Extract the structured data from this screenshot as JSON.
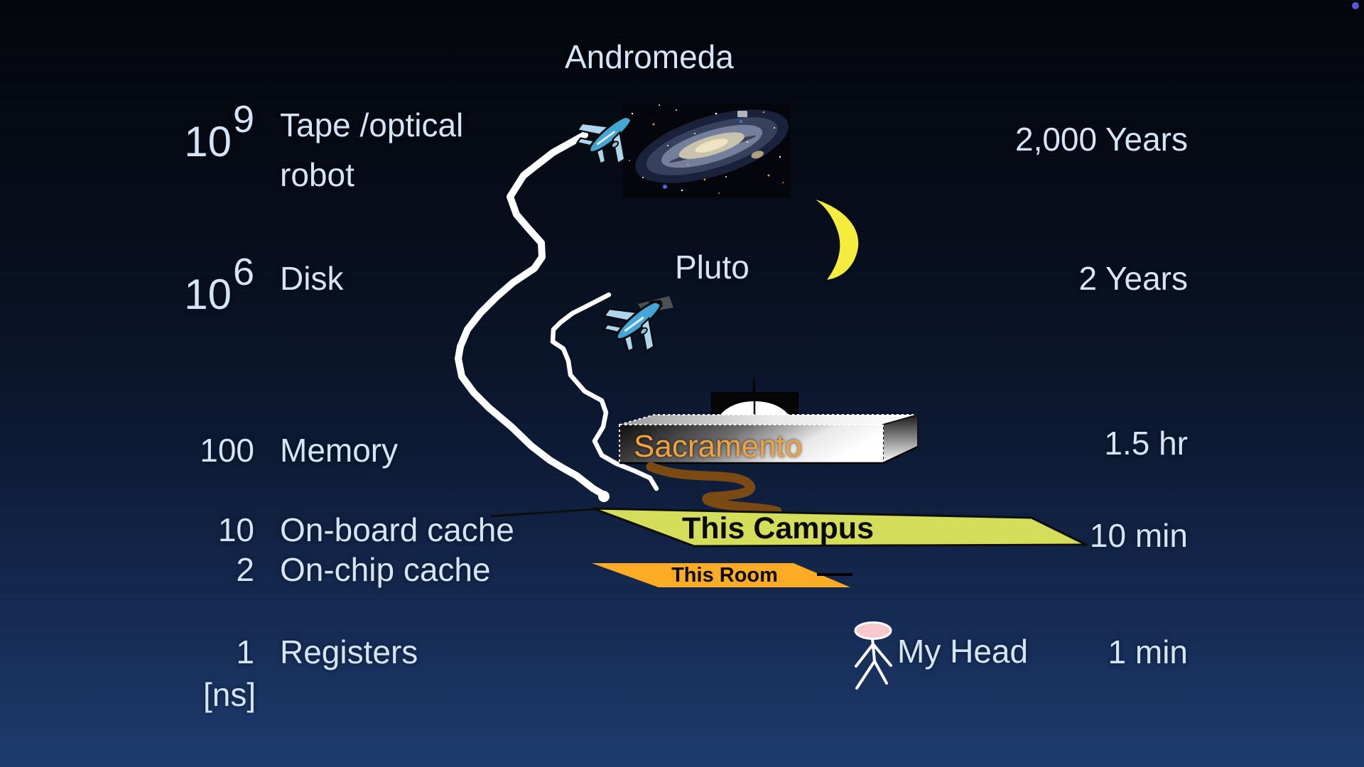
{
  "slide_rows": [
    {
      "latency": "10",
      "exponent": "9",
      "component": "Tape /optical",
      "component_line2": "robot",
      "distance_analogy": "Andromeda",
      "time_analogy": "2,000 Years"
    },
    {
      "latency": "10",
      "exponent": "6",
      "component": "Disk",
      "distance_analogy": "Pluto",
      "time_analogy": "2 Years"
    },
    {
      "latency": "100",
      "component": "Memory",
      "distance_analogy": "Sacramento",
      "time_analogy": "1.5 hr"
    },
    {
      "latency": "10",
      "component": "On-board cache",
      "distance_analogy": "This Campus",
      "time_analogy": "10 min"
    },
    {
      "latency": "2",
      "component": "On-chip cache",
      "distance_analogy": "This Room"
    },
    {
      "latency": "1",
      "component": "Registers",
      "distance_analogy": "My Head",
      "time_analogy": "1 min"
    }
  ],
  "unit_label": "[ns]",
  "colors": {
    "background_top": "#04060c",
    "background_bottom": "#1e3b6e",
    "text": "#d5e5f8",
    "sacramento_text": "#f2a23c",
    "campus_banner": "#d5de5b",
    "room_banner": "#fbab24",
    "moon": "#f5ed3d",
    "river": "#7b4a13",
    "plane_blue": "#45a5d6",
    "trail_white": "#ffffff",
    "head_pink": "#f8c8cc",
    "corner_dot": "#5b55dd"
  }
}
